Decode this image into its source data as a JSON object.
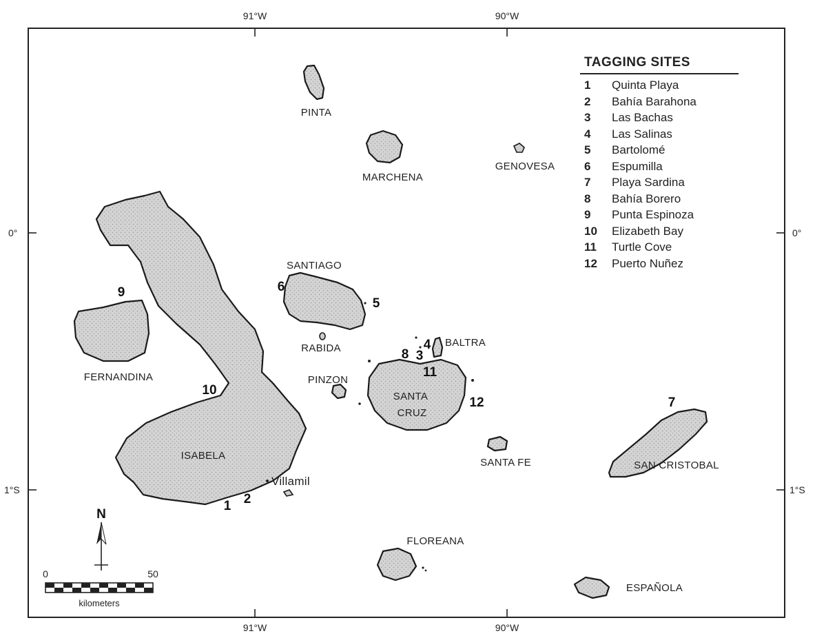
{
  "ticks": {
    "top_left": "91°W",
    "top_right": "90°W",
    "bottom_left": "91°W",
    "bottom_right": "90°W",
    "left_equator": "0°",
    "right_equator": "0°",
    "left_south": "1°S",
    "right_south": "1°S"
  },
  "islands": {
    "pinta": "PINTA",
    "marchena": "MARCHENA",
    "genovesa": "GENOVESA",
    "santiago": "SANTIAGO",
    "rabida": "RABIDA",
    "baltra": "BALTRA",
    "pinzon": "PINZON",
    "santa_cruz_1": "SANTA",
    "santa_cruz_2": "CRUZ",
    "fernandina": "FERNANDINA",
    "isabela": "ISABELA",
    "santa_fe": "SANTA FE",
    "san_cristobal": "SAN CRISTOBAL",
    "floreana": "FLOREANA",
    "espanola": "ESPAÑOLA",
    "villamil": "Villamil"
  },
  "site_markers": {
    "m1": "1",
    "m2": "2",
    "m3": "3",
    "m4": "4",
    "m5": "5",
    "m6": "6",
    "m7": "7",
    "m8": "8",
    "m9": "9",
    "m10": "10",
    "m11": "11",
    "m12": "12"
  },
  "legend": {
    "title": "TAGGING SITES",
    "items": [
      {
        "num": "1",
        "name": "Quinta Playa"
      },
      {
        "num": "2",
        "name": "Bahía Barahona"
      },
      {
        "num": "3",
        "name": "Las Bachas"
      },
      {
        "num": "4",
        "name": "Las Salinas"
      },
      {
        "num": "5",
        "name": "Bartolomé"
      },
      {
        "num": "6",
        "name": "Espumilla"
      },
      {
        "num": "7",
        "name": "Playa Sardina"
      },
      {
        "num": "8",
        "name": "Bahía Borero"
      },
      {
        "num": "9",
        "name": "Punta Espinoza"
      },
      {
        "num": "10",
        "name": "Elizabeth Bay"
      },
      {
        "num": "11",
        "name": "Turtle Cove"
      },
      {
        "num": "12",
        "name": "Puerto Nuñez"
      }
    ]
  },
  "compass": {
    "label": "N"
  },
  "scale": {
    "min": "0",
    "max": "50",
    "unit": "kilometers"
  }
}
